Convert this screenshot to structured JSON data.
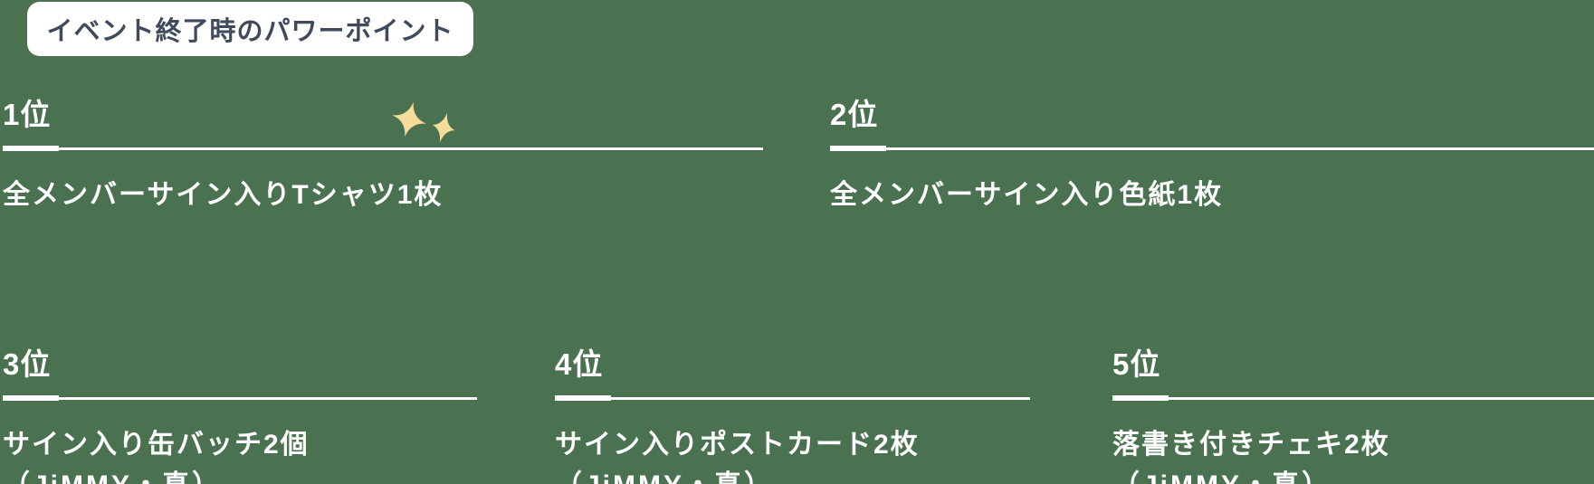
{
  "slide": {
    "title": "イベント終了時のパワーポイント"
  },
  "rankings": [
    {
      "rank": "1位",
      "prize": "全メンバーサイン入りTシャツ1枚",
      "note": ""
    },
    {
      "rank": "2位",
      "prize": "全メンバーサイン入り色紙1枚",
      "note": ""
    },
    {
      "rank": "3位",
      "prize": "サイン入り缶バッチ2個",
      "note": "（JiMMY・真）"
    },
    {
      "rank": "4位",
      "prize": "サイン入りポストカード2枚",
      "note": "（JiMMY・真）"
    },
    {
      "rank": "5位",
      "prize": "落書き付きチェキ2枚",
      "note": "（JiMMY・真）"
    }
  ],
  "icons": {
    "sparkle": "two four-point sparkle stars ✦✦"
  },
  "colors": {
    "background": "#4A7150",
    "badge_bg": "#FFFFFF",
    "badge_text": "#404A5C",
    "text": "#FFFFFF",
    "sparkle": "#F5DD99"
  }
}
